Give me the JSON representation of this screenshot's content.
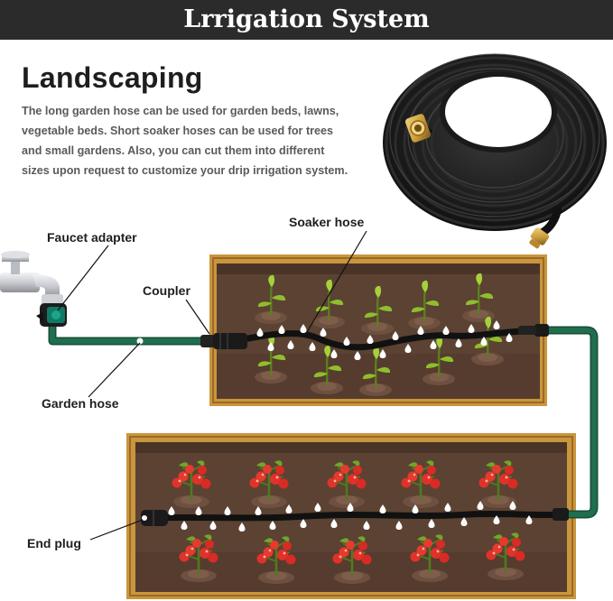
{
  "banner": {
    "title": "Lrrigation System"
  },
  "section": {
    "heading": "Landscaping",
    "description_lines": [
      "The long garden hose can be used for garden beds, lawns,",
      "vegetable beds. Short soaker hoses can be used for trees",
      "and small gardens. Also, you can cut them into different",
      "sizes upon request to customize your drip irrigation system."
    ]
  },
  "labels": {
    "soaker_hose": "Soaker hose",
    "faucet_adapter": "Faucet adapter",
    "coupler": "Coupler",
    "garden_hose": "Garden hose",
    "end_plug": "End plug"
  },
  "icons": [
    "hose-coil-icon",
    "faucet-icon",
    "seedling-icon",
    "tomato-plant-icon"
  ],
  "colors": {
    "banner": "#2b2b2b",
    "garden_hose": "#1f6e4e",
    "soaker_hose": "#1a1a1a",
    "soil": "#5b4232",
    "wood_frame": "#c9953e",
    "brass": "#c99a3a"
  }
}
